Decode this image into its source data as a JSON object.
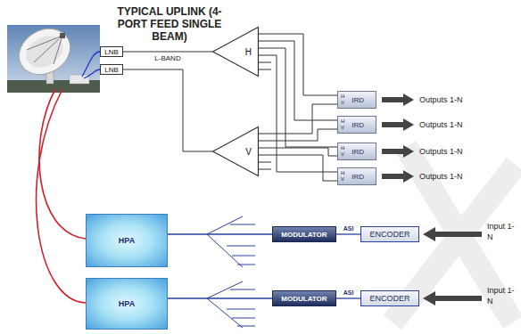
{
  "diagram": {
    "title": "TYPICAL UPLINK (4-PORT FEED SINGLE BEAM)",
    "nodes": [
      {
        "text": [
          "LNB"
        ]
      },
      {
        "text": [
          "LNB"
        ]
      },
      {
        "text": [
          "H"
        ]
      },
      {
        "text": [
          "V"
        ]
      },
      {
        "text": [
          "H",
          "V",
          "IRD"
        ]
      },
      {
        "text": [
          "H",
          "V",
          "IRD"
        ]
      },
      {
        "text": [
          "H",
          "V",
          "IRD"
        ]
      },
      {
        "text": [
          "H",
          "V",
          "IRD"
        ]
      },
      {
        "text": [
          "HPA"
        ]
      },
      {
        "text": [
          "MODULATOR"
        ]
      },
      {
        "text": [
          "ENCODER"
        ]
      },
      {
        "text": [
          "HPA"
        ]
      },
      {
        "text": [
          "MODULATOR"
        ]
      },
      {
        "text": [
          "ENCODER"
        ]
      }
    ],
    "edges": [
      {
        "from": 0,
        "to": 2,
        "arrow": "none",
        "label": "L-BAND"
      },
      {
        "from": 1,
        "to": 3,
        "arrow": "none"
      },
      {
        "from": 2,
        "to": 4,
        "arrow": "none"
      },
      {
        "from": 2,
        "to": 5,
        "arrow": "none"
      },
      {
        "from": 2,
        "to": 6,
        "arrow": "none"
      },
      {
        "from": 2,
        "to": 7,
        "arrow": "none"
      },
      {
        "from": 3,
        "to": 4,
        "arrow": "none"
      },
      {
        "from": 3,
        "to": 5,
        "arrow": "none"
      },
      {
        "from": 3,
        "to": 6,
        "arrow": "none"
      },
      {
        "from": 3,
        "to": 7,
        "arrow": "none"
      },
      {
        "from": 9,
        "to": 8,
        "arrow": "none"
      },
      {
        "from": 10,
        "to": 9,
        "arrow": "none",
        "label": "ASI"
      },
      {
        "from": 12,
        "to": 11,
        "arrow": "none"
      },
      {
        "from": 13,
        "to": 12,
        "arrow": "none",
        "label": "ASI"
      }
    ],
    "labels": [
      "Outputs 1-N",
      "Outputs 1-N",
      "Outputs 1-N",
      "Outputs 1-N",
      "Input 1-N",
      "Input 1-N"
    ]
  }
}
